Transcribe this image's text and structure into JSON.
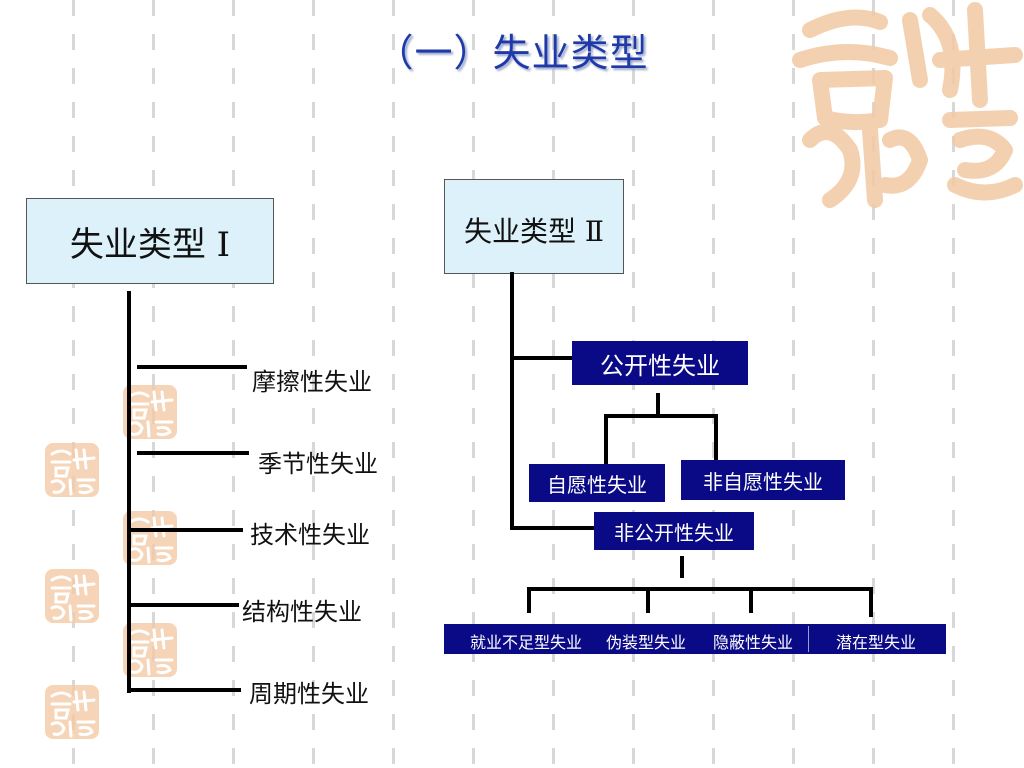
{
  "title": "（一）失业类型",
  "type1": {
    "heading": "失业类型 Ⅰ",
    "items": [
      "摩擦性失业",
      "季节性失业",
      "技术性失业",
      "结构性失业",
      "周期性失业"
    ]
  },
  "type2": {
    "heading": "失业类型 Ⅱ",
    "open": "公开性失业",
    "voluntary": "自愿性失业",
    "involuntary": "非自愿性失业",
    "hidden": "非公开性失业",
    "hidden_items": [
      "就业不足型失业",
      "伪装型失业",
      "隐蔽性失业",
      "潜在型失业"
    ]
  },
  "colors": {
    "title": "#1f3aa8",
    "light_box": "#ddf1fb",
    "dark_box": "#0a0a86",
    "seal": "#f3c9a6"
  },
  "icons": {
    "logo": "decorative-calligraphy-logo",
    "seal": "decorative-seal-icon"
  }
}
